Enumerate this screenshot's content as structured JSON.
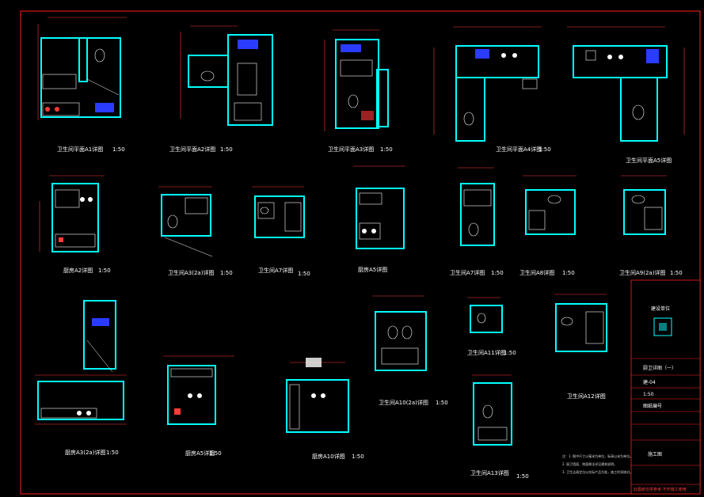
{
  "colors": {
    "background": "#000000",
    "wall": "#00ffff",
    "dimension": "#ff3b3b",
    "fixture": "#ffffff",
    "accent_blue": "#2a3cff",
    "accent_green": "#00ff66",
    "border": "#ff2020"
  },
  "drawings": [
    {
      "label": "卫生间平面A1详图",
      "scale": "1:50"
    },
    {
      "label": "卫生间平面A2详图",
      "scale": "1:50"
    },
    {
      "label": "卫生间平面A3详图",
      "scale": "1:50"
    },
    {
      "label": "卫生间平面A4详图",
      "scale": "1:50"
    },
    {
      "label": "卫生间平面A5详图",
      "scale": ""
    },
    {
      "label": "厨房A2详图",
      "scale": "1:50"
    },
    {
      "label": "卫生间A3(2a)详图",
      "scale": "1:50"
    },
    {
      "label": "卫生间A7详图",
      "scale": "1:50"
    },
    {
      "label": "厨房A5详图",
      "scale": ""
    },
    {
      "label": "卫生间A7详图",
      "scale": "1:50"
    },
    {
      "label": "卫生间A8详图",
      "scale": "1:50"
    },
    {
      "label": "卫生间A9(2a)详图",
      "scale": "1:50"
    },
    {
      "label": "厨房A3(2a)详图",
      "scale": "1:50"
    },
    {
      "label": "厨房A5详图",
      "scale": "1:50"
    },
    {
      "label": "厨房A10详图",
      "scale": "1:50"
    },
    {
      "label": "卫生间A10(2a)详图",
      "scale": "1:50"
    },
    {
      "label": "卫生间A11详图",
      "scale": "1:50"
    },
    {
      "label": "卫生间A12详图",
      "scale": ""
    },
    {
      "label": "卫生间A13详图",
      "scale": "1:50"
    }
  ],
  "title_block": {
    "logo_label": "建设单位",
    "drawing_title": "厨卫详图（一）",
    "field_1": "建-04",
    "field_2": "1:50",
    "field_3": "图纸编号",
    "sheet_no": "施工图",
    "footer": "此图纸仅供参考 不作施工使用"
  },
  "notes": [
    "注：1. 图中尺寸以毫米为单位，标高以米为单位。",
    "2. 厨卫墙面、地面做法详见建筑说明。",
    "3. 卫生洁具定位以实际产品为准，施工时须核对。"
  ]
}
